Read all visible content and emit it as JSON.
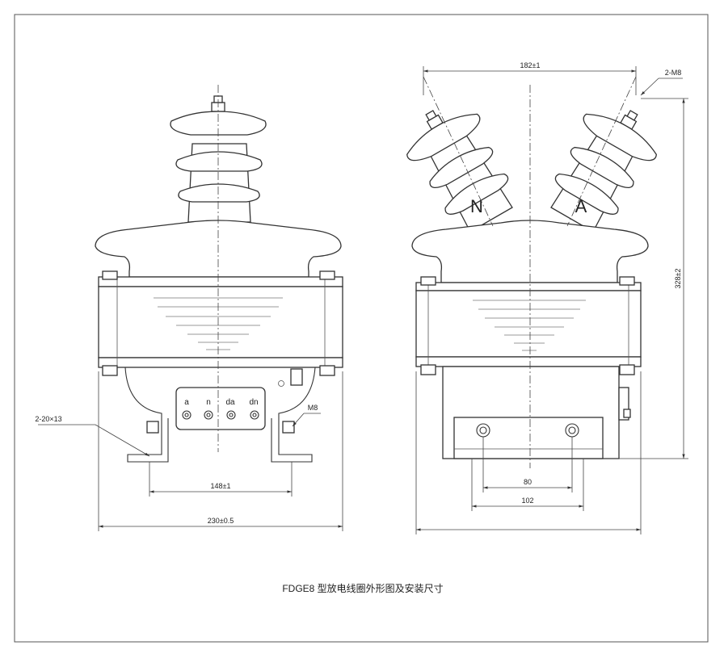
{
  "caption": "FDGE8 型放电线圈外形图及安装尺寸",
  "front_view": {
    "terminal_labels": [
      "a",
      "n",
      "da",
      "dn"
    ],
    "dim_mounting_slots": "2-20×13",
    "dim_ground_bolt": "M8",
    "dim_hole_spacing": "148±1",
    "dim_overall_width": "230±0.5"
  },
  "side_view": {
    "phase_left": "N",
    "phase_right": "A",
    "dim_terminal_spacing": "182±1",
    "dim_terminal_bolts": "2-M8",
    "dim_overall_height": "328±2",
    "dim_inner_holes": "80",
    "dim_outer_holes": "102"
  }
}
